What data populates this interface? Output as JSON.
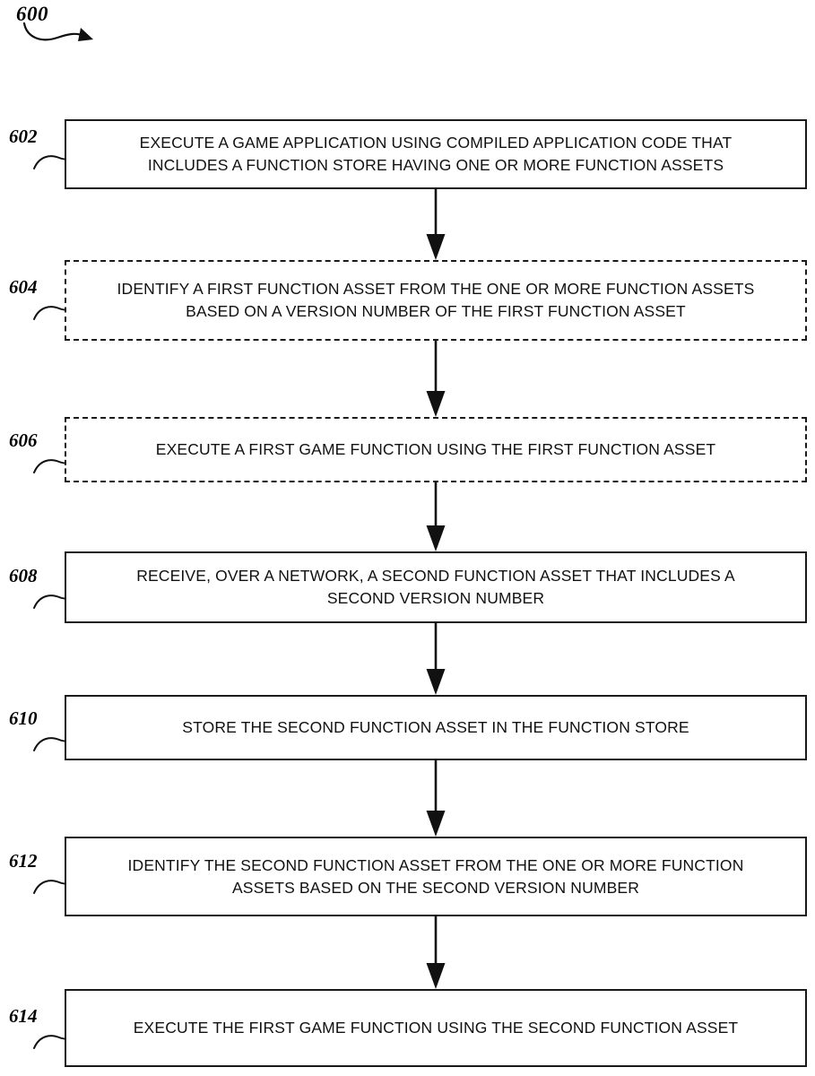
{
  "figure": {
    "number": "600",
    "caption_icon": "curved-leader-arrow-icon"
  },
  "steps": [
    {
      "ref": "602",
      "border": "solid",
      "text": "EXECUTE A GAME APPLICATION USING COMPILED APPLICATION CODE THAT\nINCLUDES A FUNCTION STORE HAVING ONE OR MORE FUNCTION ASSETS"
    },
    {
      "ref": "604",
      "border": "dashed",
      "text": "IDENTIFY A FIRST FUNCTION ASSET FROM THE ONE OR MORE FUNCTION ASSETS\nBASED ON A VERSION NUMBER OF THE FIRST FUNCTION ASSET"
    },
    {
      "ref": "606",
      "border": "dashed",
      "text": "EXECUTE A FIRST GAME FUNCTION USING THE FIRST FUNCTION ASSET"
    },
    {
      "ref": "608",
      "border": "solid",
      "text": "RECEIVE, OVER A NETWORK,  A SECOND FUNCTION ASSET THAT INCLUDES A\nSECOND VERSION NUMBER"
    },
    {
      "ref": "610",
      "border": "solid",
      "text": "STORE THE SECOND FUNCTION ASSET IN THE FUNCTION STORE"
    },
    {
      "ref": "612",
      "border": "solid",
      "text": "IDENTIFY THE SECOND FUNCTION ASSET FROM THE ONE OR MORE FUNCTION\nASSETS BASED ON THE SECOND VERSION NUMBER"
    },
    {
      "ref": "614",
      "border": "solid",
      "text": "EXECUTE THE FIRST GAME FUNCTION USING THE SECOND FUNCTION ASSET"
    }
  ],
  "connectors": [
    {
      "from": "602",
      "to": "604",
      "icon": "down-arrow-icon"
    },
    {
      "from": "604",
      "to": "606",
      "icon": "down-arrow-icon"
    },
    {
      "from": "606",
      "to": "608",
      "icon": "down-arrow-icon"
    },
    {
      "from": "608",
      "to": "610",
      "icon": "down-arrow-icon"
    },
    {
      "from": "610",
      "to": "612",
      "icon": "down-arrow-icon"
    },
    {
      "from": "612",
      "to": "614",
      "icon": "down-arrow-icon"
    }
  ],
  "colors": {
    "ink": "#1a1a1a",
    "paper": "#ffffff"
  }
}
